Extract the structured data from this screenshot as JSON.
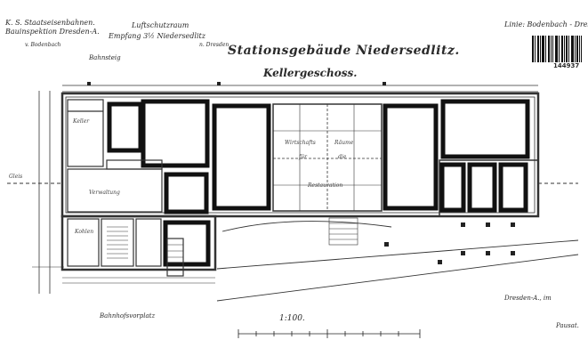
{
  "header": {
    "left_line1": "K. S. Staatseisenbahnen.",
    "left_line2": "Bauinspektion Dresden-A.",
    "mid_line1": "Luftschutzraum",
    "mid_line2": "Empfang 3½ Niedersedlitz",
    "left_line3": "v. Bodenbach",
    "mid_line3": "n. Dresden",
    "right_line": "Linie: Bodenbach - Dresd."
  },
  "title": "Stationsgebäude Niedersedlitz.",
  "subtitle": "Kellergeschoss.",
  "catalog_number": "144937",
  "rooms": {
    "wirtschafts": "Wirtschafts",
    "raume": "Räume",
    "fur": "für",
    "die": "die",
    "restaurat": "Restauration",
    "keller": "Keller",
    "verwaltung": "Verwaltung",
    "kohlen": "Kohlen",
    "bahnsteig": "Bahnsteig",
    "bahnhofsvorplatz": "Bahnhofsvorplatz",
    "gleis": "Gleis"
  },
  "scale_label": "1:100.",
  "place_date": "Dresden-A., im",
  "signature": "Pausat."
}
